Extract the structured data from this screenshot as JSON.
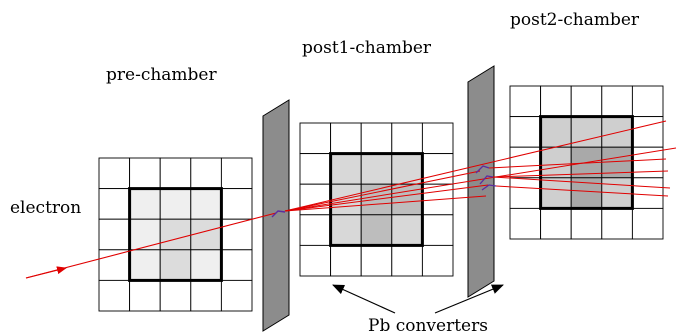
{
  "labels": {
    "pre_chamber": "pre-chamber",
    "post1_chamber": "post1-chamber",
    "post2_chamber": "post2-chamber",
    "electron": "electron",
    "converters": "Pb converters"
  },
  "grid": {
    "rows": 5,
    "cols": 5
  },
  "colors": {
    "ray": "#e00000",
    "converter": "#8c8c8c",
    "cell_outer": "#ffffff",
    "pre_inner_light": "#efefef",
    "pre_inner_mid": "#dcdcdc",
    "post1_inner_light": "#d8d8d8",
    "post1_inner_mid": "#bdbdbd",
    "post2_inner_light": "#cfcfcf",
    "post2_inner_mid": "#a9a9a9",
    "shower_start": "#5a2ca0"
  }
}
